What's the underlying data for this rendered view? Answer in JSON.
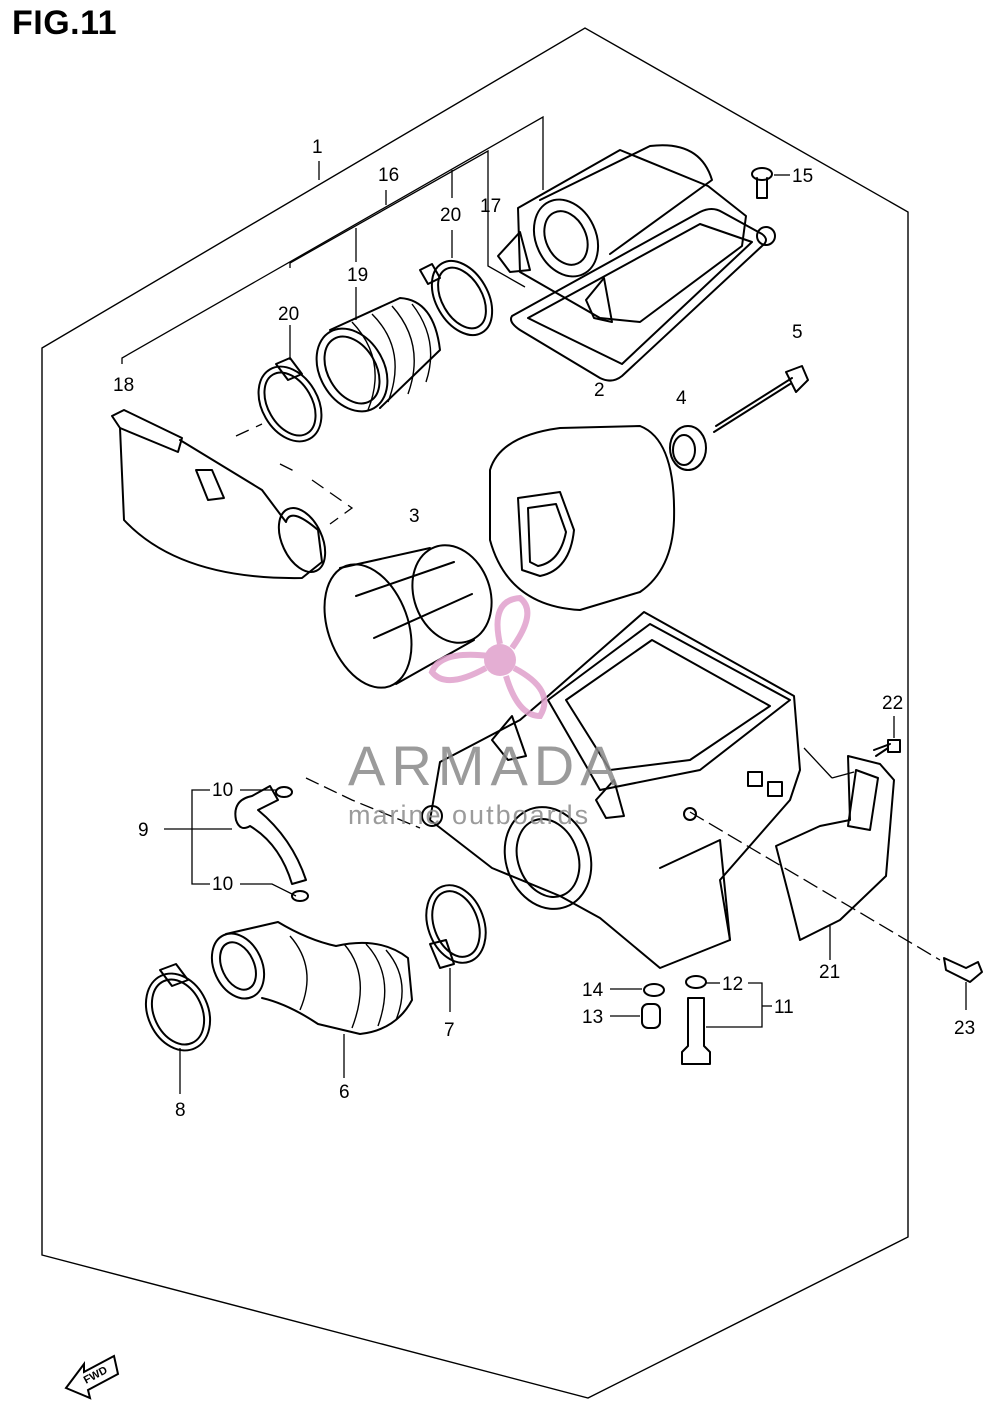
{
  "figure": {
    "title": "FIG.11"
  },
  "callouts": [
    "1",
    "2",
    "3",
    "4",
    "5",
    "6",
    "7",
    "8",
    "9",
    "10",
    "10",
    "11",
    "12",
    "13",
    "14",
    "15",
    "16",
    "17",
    "18",
    "19",
    "20",
    "20",
    "21",
    "22",
    "23"
  ],
  "watermark": {
    "brand": "ARMADA",
    "tagline": "marine outboards",
    "logo_color": "#e0a0cc",
    "text_color": "#8a8a8a"
  },
  "direction_badge": {
    "label": "FWD",
    "icon": "fwd-arrow-icon"
  }
}
